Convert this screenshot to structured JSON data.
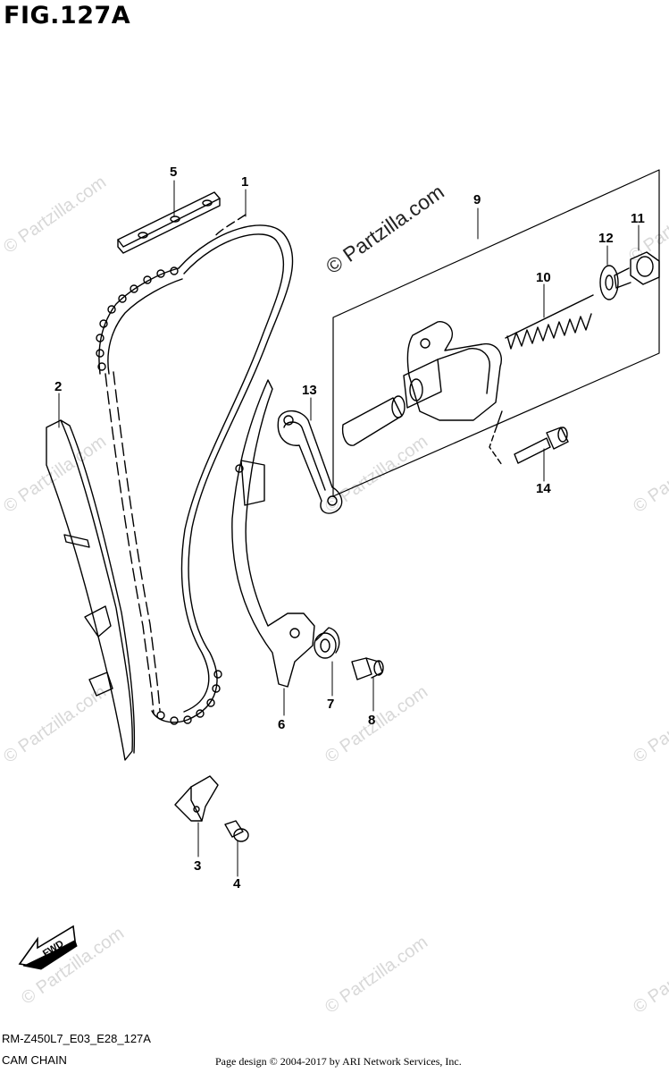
{
  "figure": {
    "title": "FIG.127A"
  },
  "callouts": {
    "c1": "1",
    "c2": "2",
    "c3": "3",
    "c4": "4",
    "c5": "5",
    "c6": "6",
    "c7": "7",
    "c8": "8",
    "c9": "9",
    "c10": "10",
    "c11": "11",
    "c12": "12",
    "c13": "13",
    "c14": "14"
  },
  "direction_arrow": {
    "label": "FWD"
  },
  "watermark": {
    "main": "© Partzilla.com",
    "faint": "© Partzilla.com"
  },
  "footer": {
    "model": "RM-Z450L7_E03_E28_127A",
    "section": "CAM CHAIN",
    "credit": "Page design © 2004-2017 by ARI Network Services, Inc."
  }
}
